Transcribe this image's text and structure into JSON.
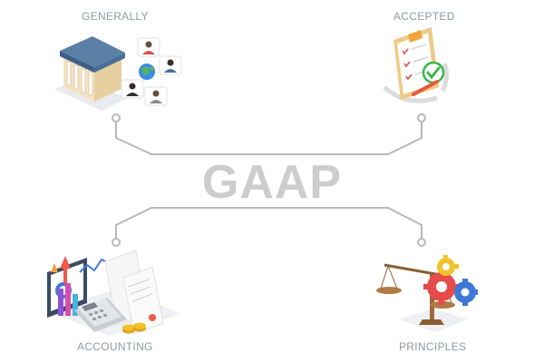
{
  "title": "GAAP",
  "labels": {
    "generally": "GENERALLY",
    "accepted": "ACCEPTED",
    "accounting": "ACCOUNTING",
    "principles": "PRINCIPLES"
  },
  "colors": {
    "connector": "#b9b9b9",
    "title": "#cdcdcd",
    "label": "#8f9aa3",
    "gear_red": "#e84b4b",
    "gear_yellow": "#f2c22b",
    "gear_blue": "#3f78d6",
    "check_green": "#3bb54a",
    "building_roof": "#5b7fa6"
  },
  "icons": {
    "generally": "bank-building-with-people-icon",
    "accepted": "clipboard-checklist-icon",
    "accounting": "calculator-charts-receipt-icon",
    "principles": "scales-gears-icon"
  }
}
